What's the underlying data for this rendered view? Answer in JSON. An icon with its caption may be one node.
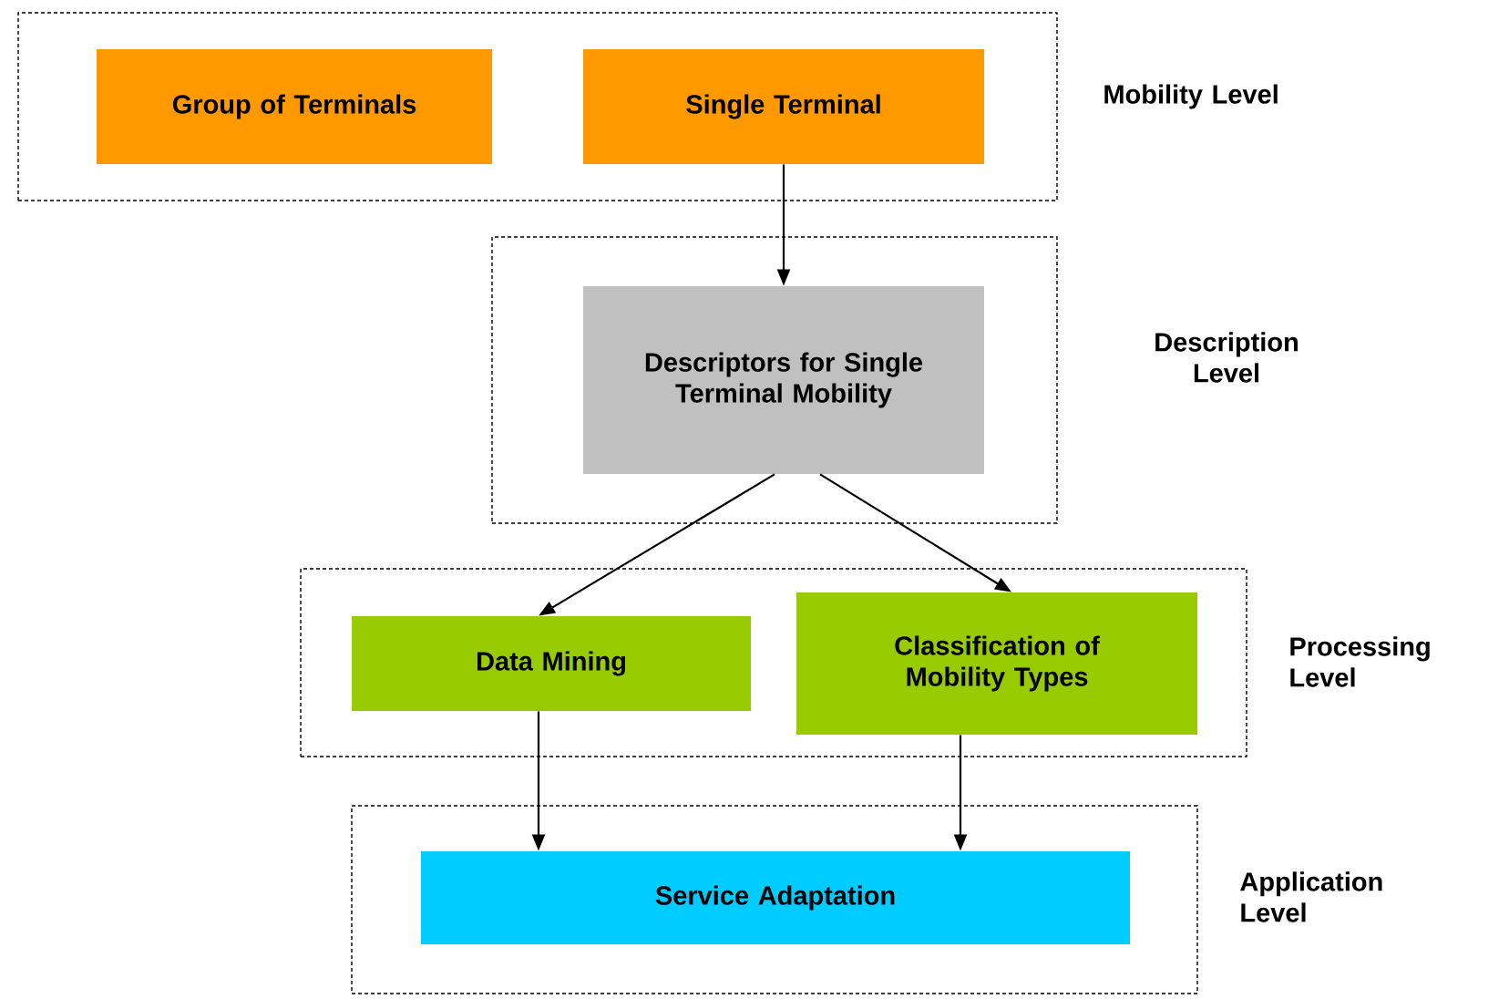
{
  "diagram": {
    "nodes": [
      {
        "text": [
          "Mobility Level"
        ]
      },
      {
        "text": [
          "Group of Terminals"
        ],
        "in": 0
      },
      {
        "text": [
          "Single Terminal"
        ],
        "in": 0
      },
      {
        "text": [
          "Description Level"
        ]
      },
      {
        "text": [
          "Descriptors for Single Terminal Mobility"
        ],
        "in": 3
      },
      {
        "text": [
          "Processing Level"
        ]
      },
      {
        "text": [
          "Data Mining"
        ],
        "in": 5
      },
      {
        "text": [
          "Classification of Mobility Types"
        ],
        "in": 5
      },
      {
        "text": [
          "Application Level"
        ]
      },
      {
        "text": [
          "Service Adaptation"
        ],
        "in": 8
      }
    ],
    "edges": [
      {
        "from": 2,
        "to": 4,
        "arrow": "to"
      },
      {
        "from": 4,
        "to": 6,
        "arrow": "to"
      },
      {
        "from": 4,
        "to": 7,
        "arrow": "to"
      },
      {
        "from": 6,
        "to": 9,
        "arrow": "to"
      },
      {
        "from": 7,
        "to": 9,
        "arrow": "to"
      }
    ]
  }
}
